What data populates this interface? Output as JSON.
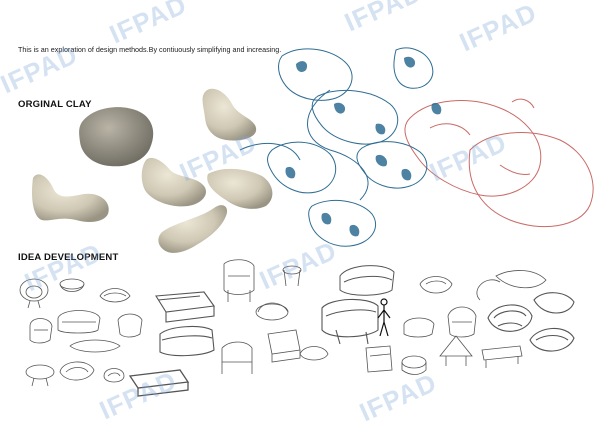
{
  "intro_text": "This is an exploration of design methods.By contiuously simplifying and increasing.",
  "sections": {
    "clay": "ORGINAL CLAY",
    "idea": "IDEA DEVELOPMENT"
  },
  "watermark": "IFPAD",
  "colors": {
    "clay": "#cfc8b4",
    "clay_shadow": "#8f8a7a",
    "sketch_blue": "#2f6d93",
    "sketch_red": "#c96a66",
    "pencil": "#555555",
    "watermark": "#7fa8d8"
  }
}
